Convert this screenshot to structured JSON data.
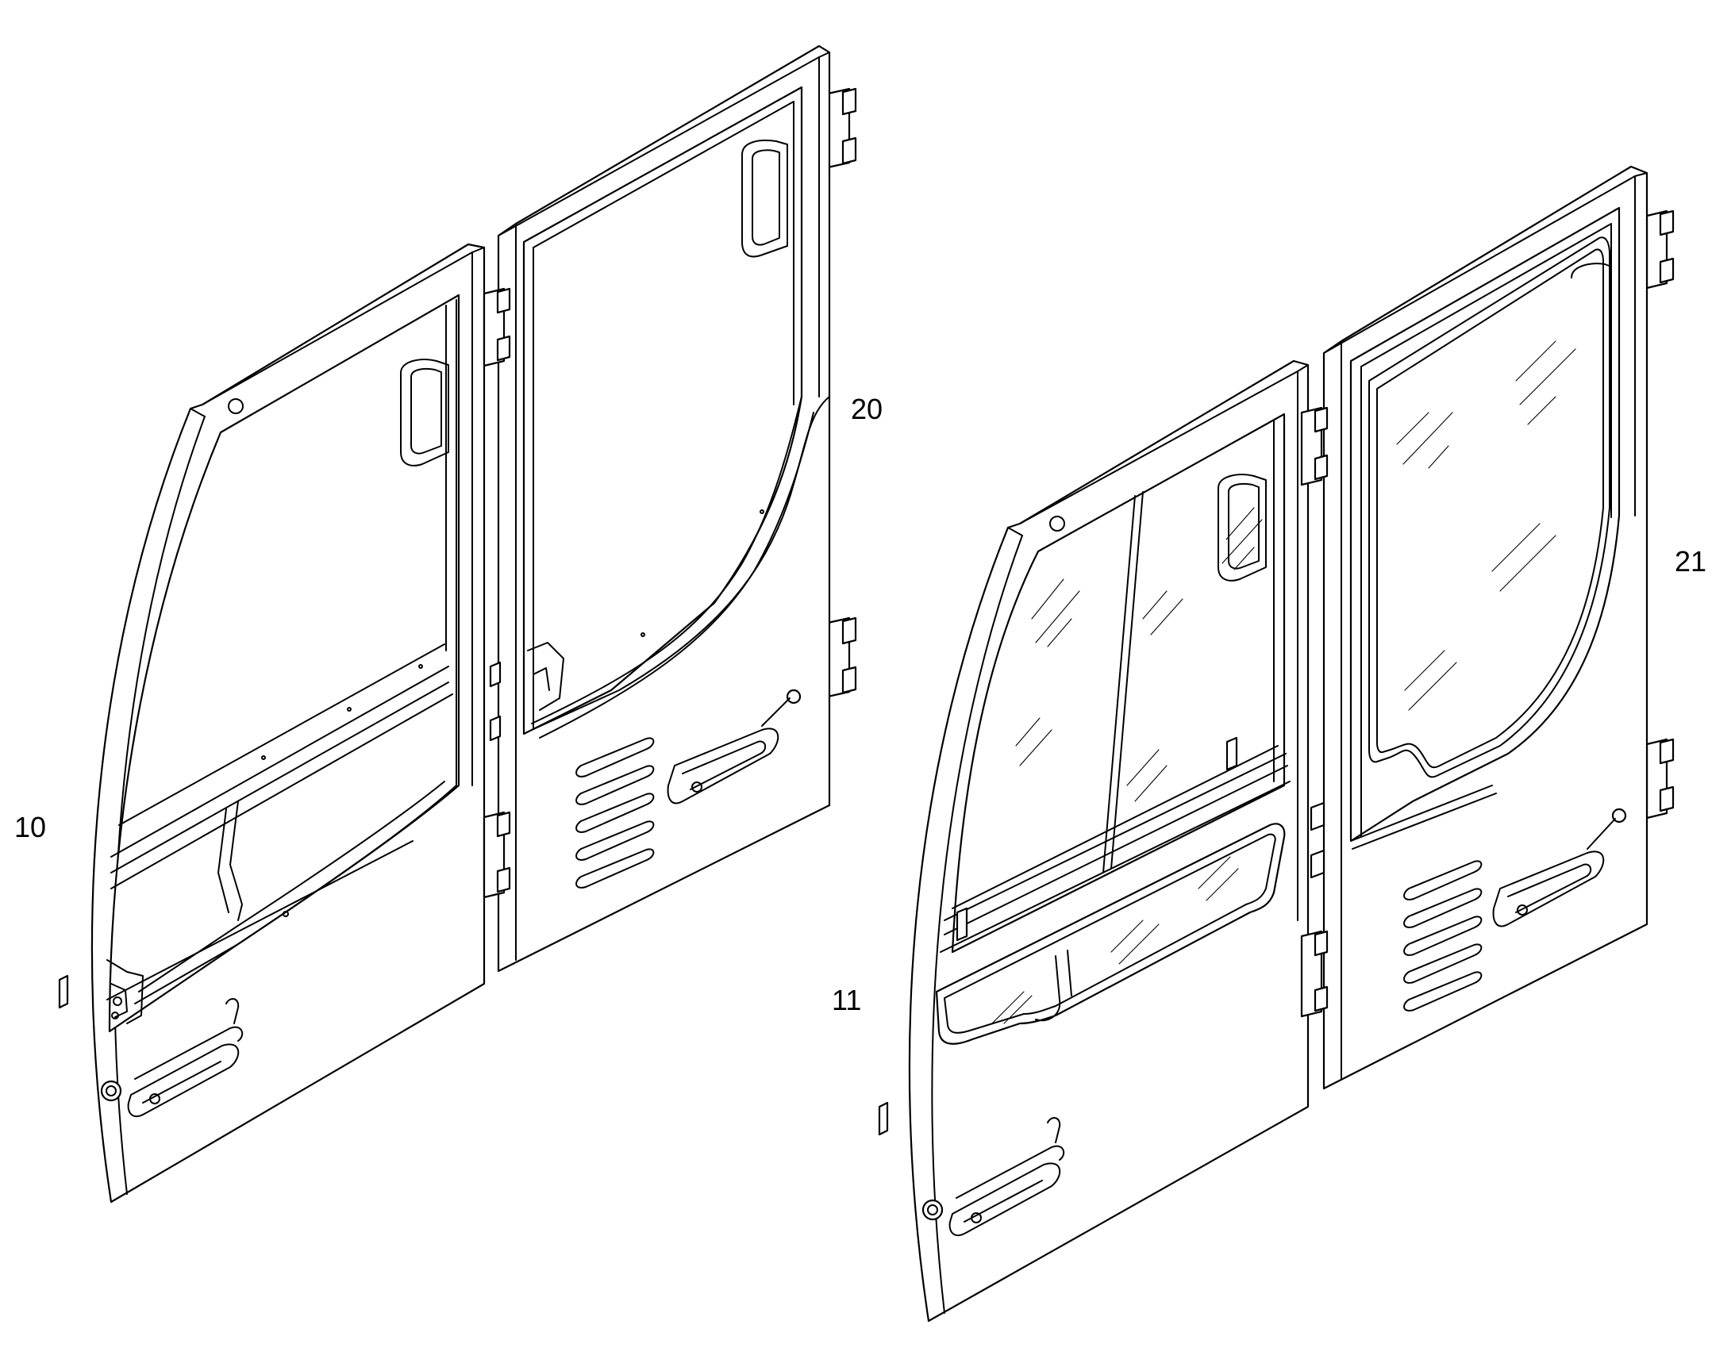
{
  "callouts": {
    "c10": "10",
    "c11": "11",
    "c20": "20",
    "c21": "21"
  },
  "colors": {
    "line": "#000000",
    "background": "#ffffff"
  }
}
